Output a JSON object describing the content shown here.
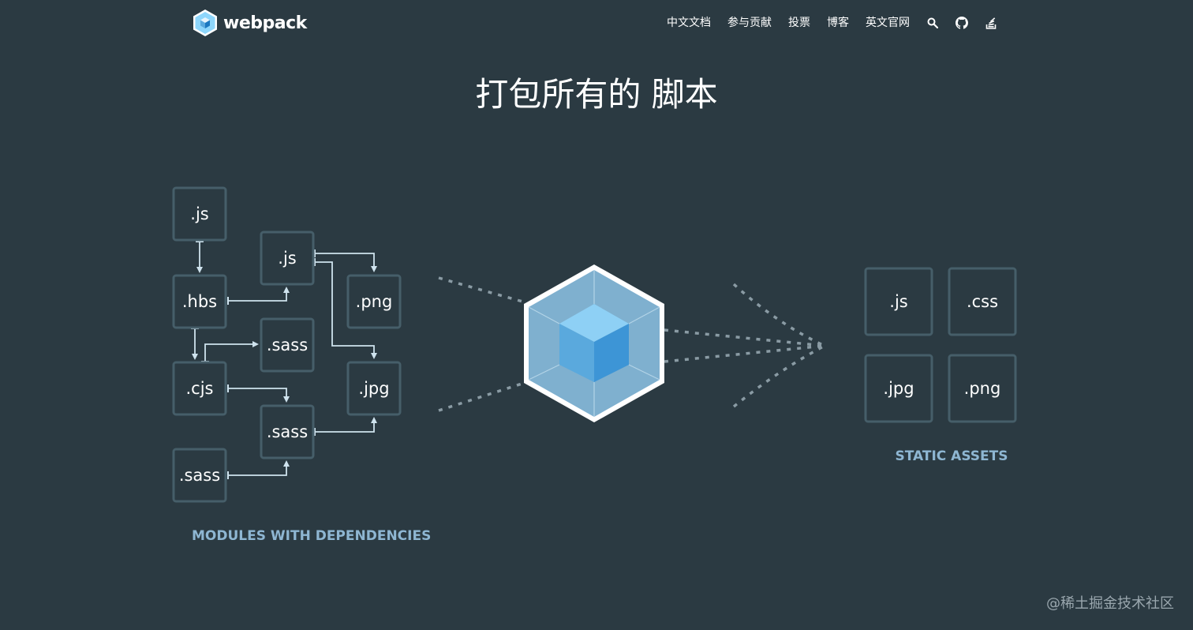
{
  "header": {
    "logo_text": "webpack",
    "nav": [
      {
        "label": "中文文档"
      },
      {
        "label": "参与贡献"
      },
      {
        "label": "投票"
      },
      {
        "label": "博客"
      },
      {
        "label": "英文官网"
      }
    ],
    "icons": [
      "search-icon",
      "github-icon",
      "stack-overflow-icon"
    ]
  },
  "hero": {
    "title": "打包所有的 脚本"
  },
  "modules": {
    "items": [
      ".js",
      ".js",
      ".hbs",
      ".png",
      ".sass",
      ".cjs",
      ".jpg",
      ".sass",
      ".sass"
    ],
    "caption": "MODULES WITH DEPENDENCIES"
  },
  "assets": {
    "items": [
      ".js",
      ".css",
      ".jpg",
      ".png"
    ],
    "caption": "STATIC ASSETS"
  },
  "watermark": "@稀土掘金技术社区",
  "colors": {
    "background": "#2b3a42",
    "box_border": "#465e69",
    "arrow": "#cfe3ee",
    "caption": "#8eb6d2",
    "cube_light": "#8ed6fb",
    "cube_dark": "#1c78c0"
  }
}
